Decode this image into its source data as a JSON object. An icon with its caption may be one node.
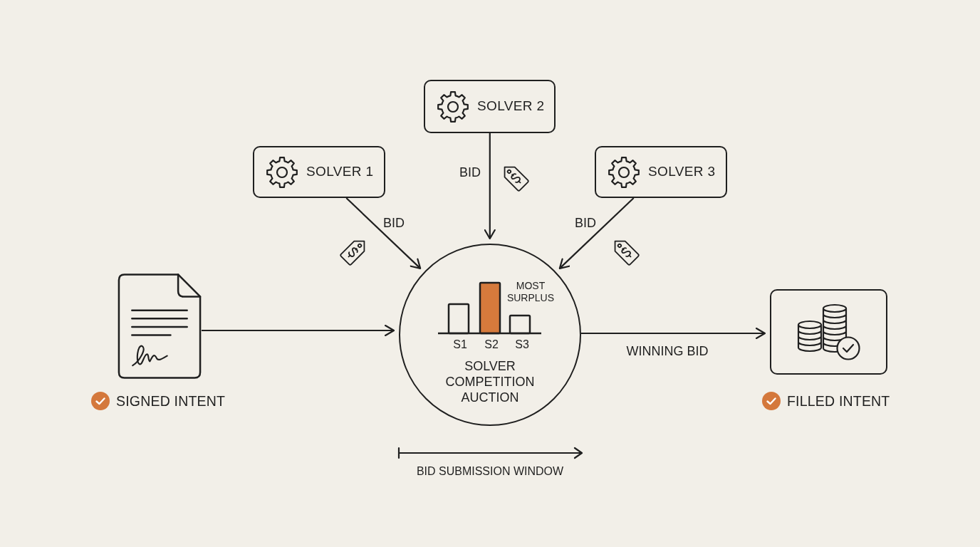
{
  "diagram": {
    "nodes": [
      {
        "text": [
          "SOLVER 1"
        ]
      },
      {
        "text": [
          "SOLVER 2"
        ]
      },
      {
        "text": [
          "SOLVER 3"
        ]
      },
      {
        "text": [],
        "shape": "document",
        "beside": [
          "SIGNED INTENT"
        ]
      },
      {
        "text": [
          "MOST SURPLUS",
          "S1",
          "S2",
          "S3",
          "SOLVER COMPETITION AUCTION"
        ]
      },
      {
        "text": [],
        "shape": "box",
        "beside": [
          "FILLED INTENT"
        ]
      }
    ],
    "edges": [
      {
        "from": 0,
        "to": 4,
        "arrow": "to",
        "label": "BID"
      },
      {
        "from": 1,
        "to": 4,
        "arrow": "to",
        "label": "BID"
      },
      {
        "from": 2,
        "to": 4,
        "arrow": "to",
        "label": "BID"
      },
      {
        "from": 3,
        "to": 4,
        "arrow": "to"
      },
      {
        "from": 4,
        "to": 5,
        "arrow": "to",
        "label": "WINNING BID"
      }
    ],
    "labels": [
      "BID SUBMISSION WINDOW"
    ]
  }
}
